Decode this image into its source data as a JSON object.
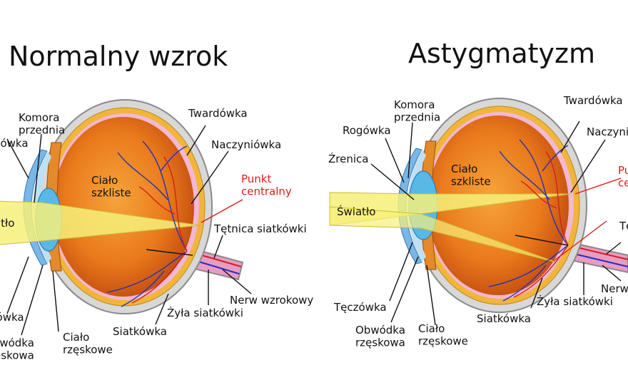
{
  "colors": {
    "sclera": "#d8d8d8",
    "sclera_edge": "#8a8a8a",
    "choroid": "#f1b53c",
    "retina": "#f2b8d4",
    "vitreous_outer": "#c24a0d",
    "vitreous_inner": "#f0861e",
    "cornea": "#79b8e6",
    "lens": "#58b9e6",
    "iris": "#e58a2a",
    "light": "#f6f07a",
    "vessel_blue": "#2231b8",
    "vessel_red": "#d0211e",
    "accent_red": "#e01b1b"
  },
  "panels": [
    {
      "title": "Normalny wzrok",
      "labels": {
        "komora": "Komora\nprzednia",
        "rogowka": "Rogówka",
        "twardowka": "Twardówka",
        "naczyniowka": "Naczyniówka",
        "cialo": "Ciało\nszkliste",
        "punkt": "Punkt\ncentralny",
        "swiatlo": "Światło",
        "tetnica": "Tętnica siatkówki",
        "nerw": "Nerw wzrokowy",
        "zyla": "Żyła siatkówki",
        "siatkowka": "Siatkówka",
        "teczowka": "Tęczówka",
        "obwodka": "Obwódka\nrzęskowa",
        "rzeskowe": "Ciało\nrzęskowe"
      }
    },
    {
      "title": "Astygmatyzm",
      "labels": {
        "komora": "Komora\nprzednia",
        "rogowka": "Rogówka",
        "zrenica": "Źrenica",
        "twardowka": "Twardówka",
        "naczyniowka": "Naczyniówka",
        "cialo": "Ciało\nszkliste",
        "punkt": "Punkt\ncentralny",
        "swiatlo": "Światło",
        "tetnica": "Tętnica siatkówki",
        "nerw": "Nerw wzrokowy",
        "zyla": "Żyła siatkówki",
        "siatkowka": "Siatkówka",
        "teczowka": "Tęczówka",
        "obwodka": "Obwódka\nrzęskowa",
        "rzeskowe": "Ciało\nrzęskowe"
      }
    }
  ]
}
